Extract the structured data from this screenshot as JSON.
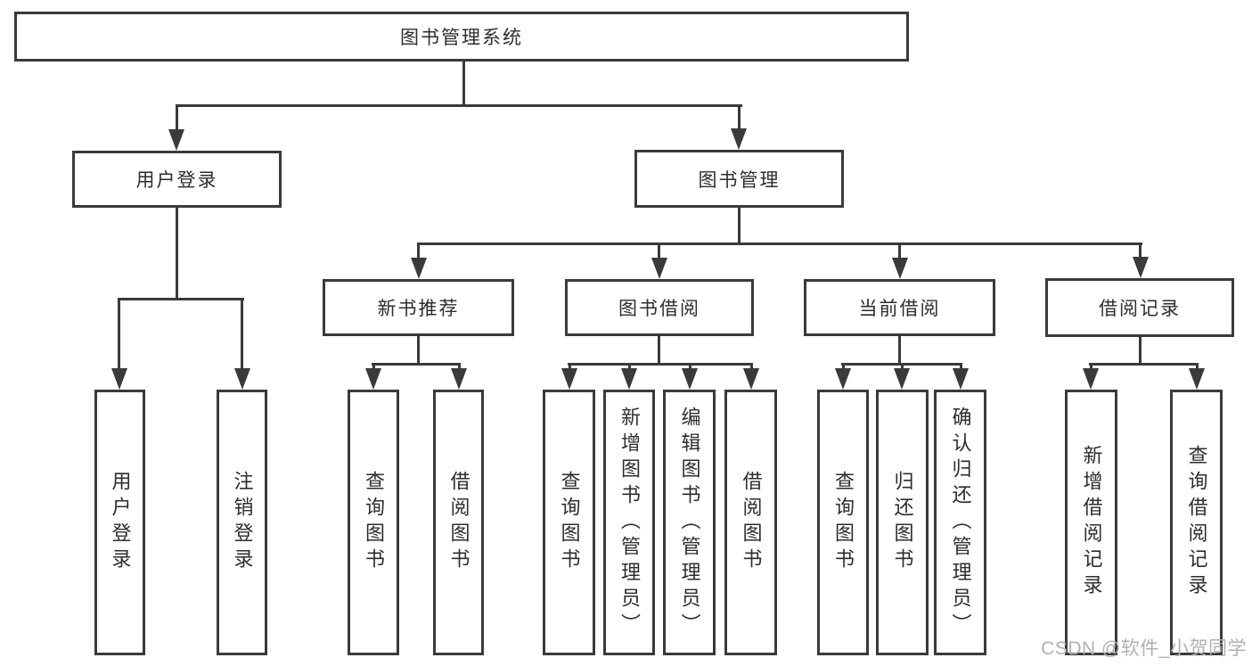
{
  "tree": {
    "root": {
      "label": "图书管理系统"
    },
    "branches": [
      {
        "label": "用户登录",
        "children": [
          {
            "label": "用户登录"
          },
          {
            "label": "注销登录"
          }
        ]
      },
      {
        "label": "图书管理",
        "children": [
          {
            "label": "新书推荐",
            "children": [
              {
                "label": "查询图书"
              },
              {
                "label": "借阅图书"
              }
            ]
          },
          {
            "label": "图书借阅",
            "children": [
              {
                "label": "查询图书"
              },
              {
                "label": "新增图书（管理员）"
              },
              {
                "label": "编辑图书（管理员）"
              },
              {
                "label": "借阅图书"
              }
            ]
          },
          {
            "label": "当前借阅",
            "children": [
              {
                "label": "查询图书"
              },
              {
                "label": "归还图书"
              },
              {
                "label": "确认归还（管理员）"
              }
            ]
          },
          {
            "label": "借阅记录",
            "children": [
              {
                "label": "新增借阅记录"
              },
              {
                "label": "查询借阅记录"
              }
            ]
          }
        ]
      }
    ]
  },
  "watermark": {
    "text": "CSDN @软件_小贺同学"
  },
  "colors": {
    "line": "#3a3a3a",
    "text": "#2d2d2d",
    "watermark": "#b0b0b0",
    "background": "#ffffff"
  }
}
